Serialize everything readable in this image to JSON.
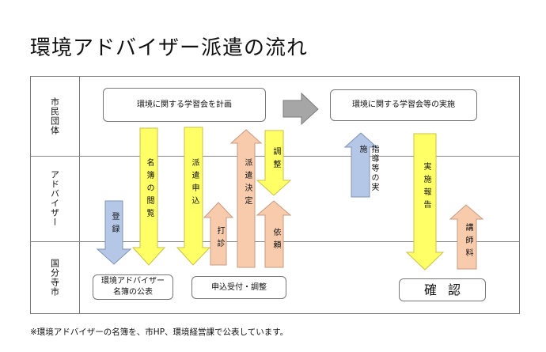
{
  "title": "環境アドバイザー派遣の流れ",
  "rows": [
    {
      "label": "市民団体"
    },
    {
      "label": "アドバイザー"
    },
    {
      "label": "国分寺市"
    }
  ],
  "boxes": {
    "plan": "環境に関する学習会を計画",
    "implement": "環境に関する学習会等の実施",
    "publish_line1": "環境アドバイザー",
    "publish_line2": "名簿の公表",
    "accept": "申込受付・調整",
    "confirm": "確認"
  },
  "arrows": [
    {
      "id": "register",
      "label": "登録",
      "direction": "down",
      "color": "#b4c7e7"
    },
    {
      "id": "browse-list",
      "label": "名簿の閲覧",
      "direction": "down",
      "color": "#ffff66"
    },
    {
      "id": "dispatch-apply",
      "label": "派遣申込",
      "direction": "down",
      "color": "#ffff66"
    },
    {
      "id": "sounding",
      "label": "打診",
      "direction": "up",
      "color": "#f8cbad"
    },
    {
      "id": "dispatch-decide",
      "label": "派遣決定",
      "direction": "up",
      "color": "#f8cbad"
    },
    {
      "id": "adjust",
      "label": "調整",
      "direction": "down",
      "color": "#ffff66"
    },
    {
      "id": "request",
      "label": "依頼",
      "direction": "up",
      "color": "#f8cbad"
    },
    {
      "id": "flow",
      "label": "",
      "direction": "right",
      "color": "#a6a6a6"
    },
    {
      "id": "guidance",
      "label": "指導等の実施",
      "direction": "up",
      "color": "#b4c7e7"
    },
    {
      "id": "report",
      "label": "実施報告",
      "direction": "down",
      "color": "#ffff66"
    },
    {
      "id": "fee",
      "label": "講師料",
      "direction": "up",
      "color": "#f8cbad"
    }
  ],
  "footnote": "※環境アドバイザーの名簿を、市HP、環境経営課で公表しています。"
}
